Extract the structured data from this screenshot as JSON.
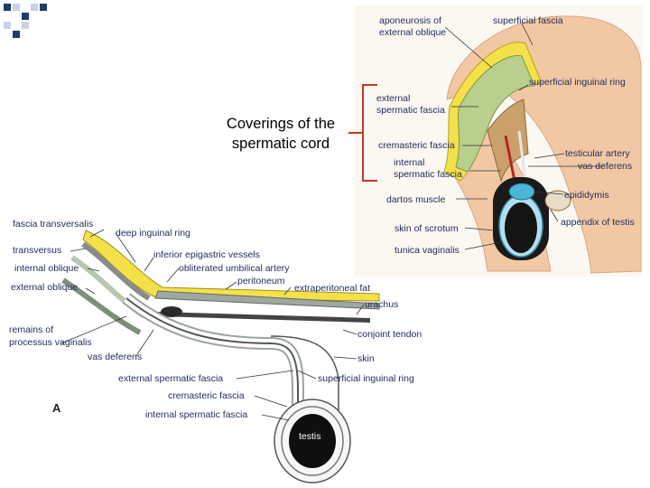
{
  "title": {
    "line1": "Coverings of the",
    "line2": "spermatic cord"
  },
  "colors": {
    "accent_square_dark": "#1f3b6e",
    "accent_square_light": "#c9d3e6",
    "bracket": "#c0392b",
    "skin": "#f2c8a4",
    "yellow_fascia": "#f4e14a",
    "label_text": "#1f2a5c"
  },
  "right_figure": {
    "labels": {
      "aponeurosis": [
        "aponeurosis of",
        "external oblique"
      ],
      "superficial_fascia": "superficial fascia",
      "superficial_ring": "superficial inguinal ring",
      "external_spermatic": [
        "external",
        "spermatic fascia"
      ],
      "cremasteric": "cremasteric fascia",
      "internal_spermatic": [
        "internal",
        "spermatic fascia"
      ],
      "testicular_artery": "testicular artery",
      "vas_deferens": "vas deferens",
      "epididymis": "epididymis",
      "dartos": "dartos muscle",
      "skin_scrotum": "skin of scrotum",
      "appendix_testis": "appendix of testis",
      "tunica_vaginalis": "tunica vaginalis"
    }
  },
  "left_figure": {
    "panel_letter": "A",
    "testis": "testis",
    "labels": {
      "fascia_transversalis": "fascia transversalis",
      "deep_ring": "deep inguinal ring",
      "transversus": "transversus",
      "inferior_epigastric": "inferior epigastric vessels",
      "internal_oblique": "internal oblique",
      "obliterated_artery": "obliterated umbilical artery",
      "external_oblique": "external oblique",
      "peritoneum": "peritoneum",
      "extraperitoneal_fat": "extraperitoneal fat",
      "urachus": "urachus",
      "remains": [
        "remains of",
        "processus vaginalis"
      ],
      "conjoint_tendon": "conjoint tendon",
      "vas_deferens": "vas deferens",
      "skin": "skin",
      "external_spermatic": "external spermatic fascia",
      "superficial_ring": "superficial inguinal ring",
      "cremasteric": "cremasteric fascia",
      "internal_spermatic": "internal spermatic fascia"
    }
  }
}
